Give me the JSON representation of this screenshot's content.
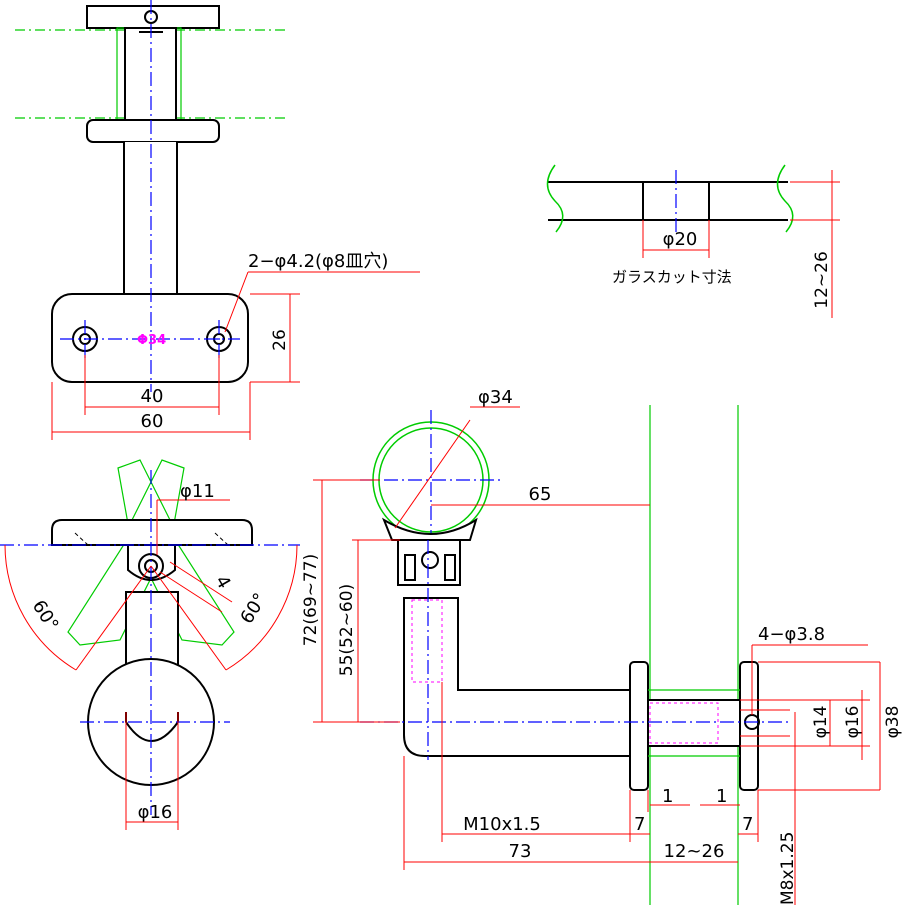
{
  "labels": {
    "hole_spec": "2−φ4.2(φ8皿穴)",
    "hole_pitch_h": "26",
    "hole_pitch_w": "40",
    "plate_width": "60",
    "plate_dia": "Φ34",
    "pin_dia": "φ11",
    "angle_left": "60°",
    "angle_right": "60°",
    "tilt_dim": "4",
    "tube_dia": "φ16",
    "glass_hole": "φ20",
    "glass_thickness": "12~26",
    "glass_note": "ガラスカット寸法",
    "rail_dia": "φ34",
    "reach": "65",
    "height_total": "72(69~77)",
    "height_center": "55(52~60)",
    "bolt_holes": "4−φ3.8",
    "dia_14": "φ14",
    "dia_16": "φ16",
    "dia_38": "φ38",
    "gap_left": "1",
    "gap_right": "1",
    "thread_m10": "M10x1.5",
    "washer_left": "7",
    "washer_right": "7",
    "depth_total": "73",
    "glass_range": "12~26",
    "thread_m8": "M8x1.25"
  },
  "colors": {
    "outline": "#000000",
    "center_line": "#0000ff",
    "dimension": "#ff0000",
    "glass_rail": "#00cc00",
    "thread": "#ff00ff"
  }
}
